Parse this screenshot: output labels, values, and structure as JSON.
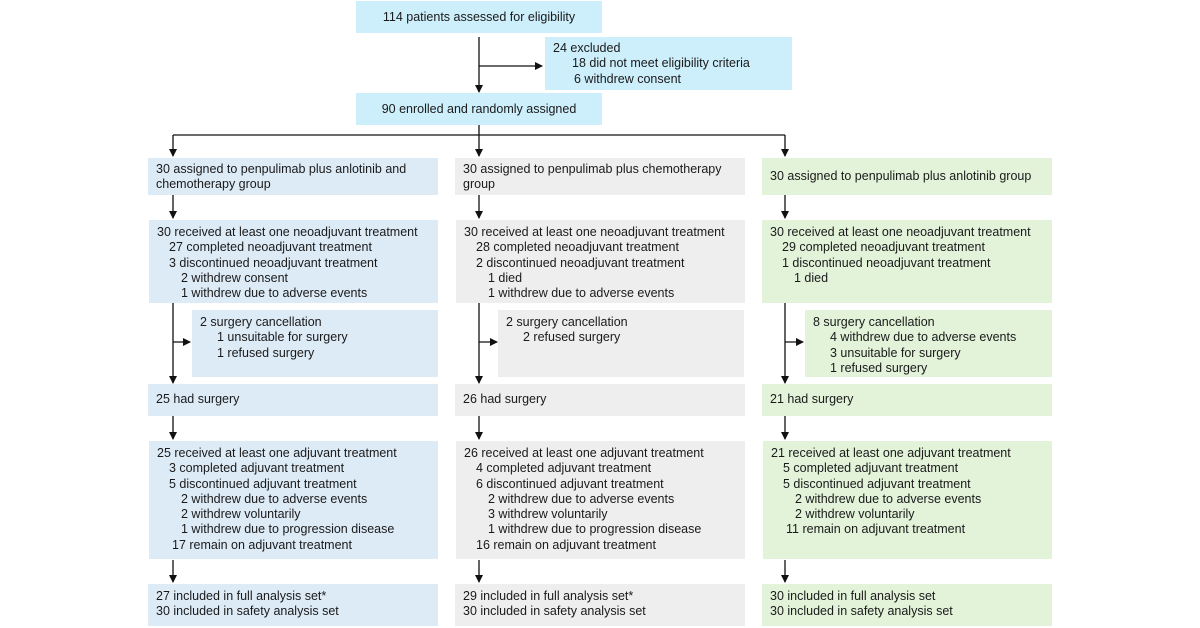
{
  "top": {
    "assessed": "114 patients assessed for eligibility",
    "excluded": {
      "title": "24 excluded",
      "reasons": [
        "18 did not meet eligibility criteria",
        "6 withdrew consent"
      ]
    },
    "enrolled": "90 enrolled and randomly assigned"
  },
  "colors": {
    "top": "#cdeefb",
    "group1": "#ddebf7",
    "group2": "#eeeeee",
    "group3": "#e2f3da"
  },
  "groups": [
    {
      "assigned": "30 assigned to penpulimab plus anlotinib and chemotherapy group",
      "neoadjuvant": {
        "received": "30 received at least one neoadjuvant treatment",
        "completed": "27 completed neoadjuvant treatment",
        "discontinued": "3 discontinued neoadjuvant treatment",
        "reasons": [
          "2 withdrew consent",
          "1 withdrew due to adverse events"
        ]
      },
      "cancellation": {
        "title": "2 surgery cancellation",
        "reasons": [
          "1 unsuitable for surgery",
          "1 refused surgery"
        ]
      },
      "surgery": "25 had surgery",
      "adjuvant": {
        "received": "25 received at least one adjuvant treatment",
        "completed": "3 completed adjuvant treatment",
        "discontinued": "5 discontinued adjuvant treatment",
        "reasons": [
          "2 withdrew due to adverse events",
          "2 withdrew voluntarily",
          "1 withdrew due to progression disease"
        ],
        "remain": "17 remain on adjuvant treatment"
      },
      "analysis": [
        "27 included in full analysis set*",
        "30 included in safety analysis set"
      ]
    },
    {
      "assigned": "30 assigned to penpulimab plus chemotherapy group",
      "neoadjuvant": {
        "received": "30 received at least one neoadjuvant treatment",
        "completed": "28 completed neoadjuvant treatment",
        "discontinued": "2 discontinued neoadjuvant treatment",
        "reasons": [
          "1 died",
          "1 withdrew due to adverse events"
        ]
      },
      "cancellation": {
        "title": "2 surgery cancellation",
        "reasons": [
          "2 refused surgery"
        ]
      },
      "surgery": "26 had surgery",
      "adjuvant": {
        "received": "26 received at least one adjuvant treatment",
        "completed": "4 completed adjuvant treatment",
        "discontinued": "6 discontinued adjuvant treatment",
        "reasons": [
          "2 withdrew due to adverse events",
          "3 withdrew voluntarily",
          "1 withdrew due to progression disease"
        ],
        "remain": "16 remain on adjuvant treatment"
      },
      "analysis": [
        "29 included in full analysis set*",
        "30 included in safety analysis set"
      ]
    },
    {
      "assigned": "30 assigned to penpulimab plus anlotinib group",
      "neoadjuvant": {
        "received": "30 received at least one neoadjuvant treatment",
        "completed": "29 completed neoadjuvant treatment",
        "discontinued": "1 discontinued neoadjuvant treatment",
        "reasons": [
          "1 died"
        ]
      },
      "cancellation": {
        "title": "8 surgery cancellation",
        "reasons": [
          "4 withdrew due to adverse events",
          "3 unsuitable for surgery",
          "1 refused surgery"
        ]
      },
      "surgery": "21 had surgery",
      "adjuvant": {
        "received": "21 received at least one adjuvant treatment",
        "completed": "5 completed adjuvant treatment",
        "discontinued": "5 discontinued adjuvant treatment",
        "reasons": [
          "2 withdrew due to adverse events",
          "2 withdrew voluntarily"
        ],
        "remain": "11 remain on adjuvant treatment"
      },
      "analysis": [
        "30 included in full analysis set",
        "30 included in safety analysis set"
      ]
    }
  ]
}
